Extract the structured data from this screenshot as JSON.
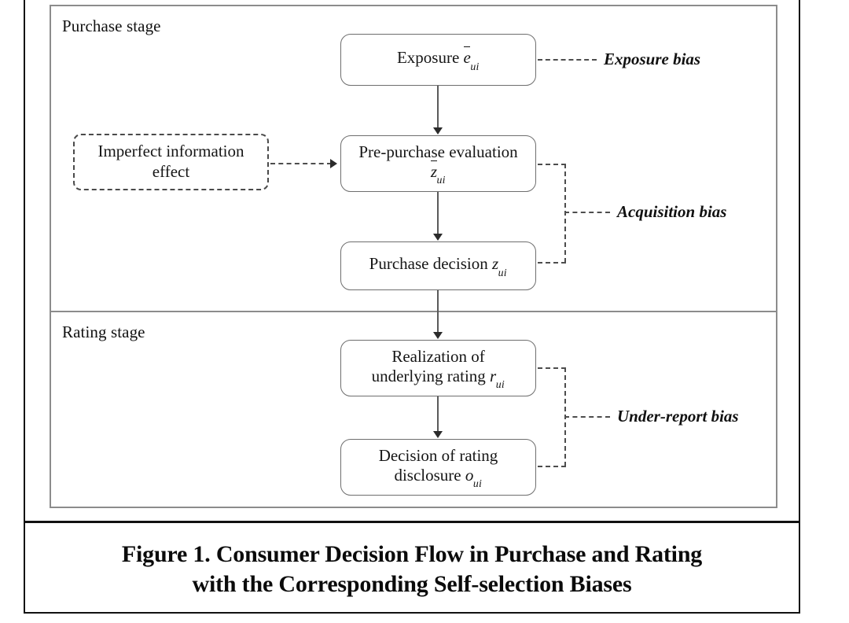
{
  "figure": {
    "caption_line_1": "Figure 1. Consumer Decision Flow in Purchase and Rating",
    "caption_line_2": "with the Corresponding Self-selection Biases"
  },
  "stages": {
    "purchase_label": "Purchase stage",
    "rating_label": "Rating stage"
  },
  "nodes": {
    "exposure": {
      "text": "Exposure",
      "variable_base": "e",
      "variable_sub": "ui",
      "barred": true
    },
    "pre_purchase_evaluation": {
      "line1": "Pre-purchase evaluation",
      "variable_base": "z",
      "variable_sub": "ui",
      "barred": true
    },
    "imperfect_information": {
      "line1": "Imperfect information",
      "line2": "effect"
    },
    "purchase_decision": {
      "text": "Purchase decision",
      "variable_base": "z",
      "variable_sub": "ui",
      "barred": false
    },
    "realization_rating": {
      "line1": "Realization of",
      "line2": "underlying rating",
      "variable_base": "r",
      "variable_sub": "ui",
      "barred": false
    },
    "rating_disclosure": {
      "line1": "Decision of rating",
      "line2": "disclosure",
      "variable_base": "o",
      "variable_sub": "ui",
      "barred": false
    }
  },
  "bias_labels": {
    "exposure_bias": "Exposure bias",
    "acquisition_bias": "Acquisition bias",
    "under_report_bias": "Under-report bias"
  },
  "colors": {
    "frame_border": "#111111",
    "panel_border": "#8c8c8c",
    "node_border": "#6e6e6e",
    "dashed_border": "#4d4d4d",
    "text": "#161616",
    "background": "#ffffff"
  }
}
